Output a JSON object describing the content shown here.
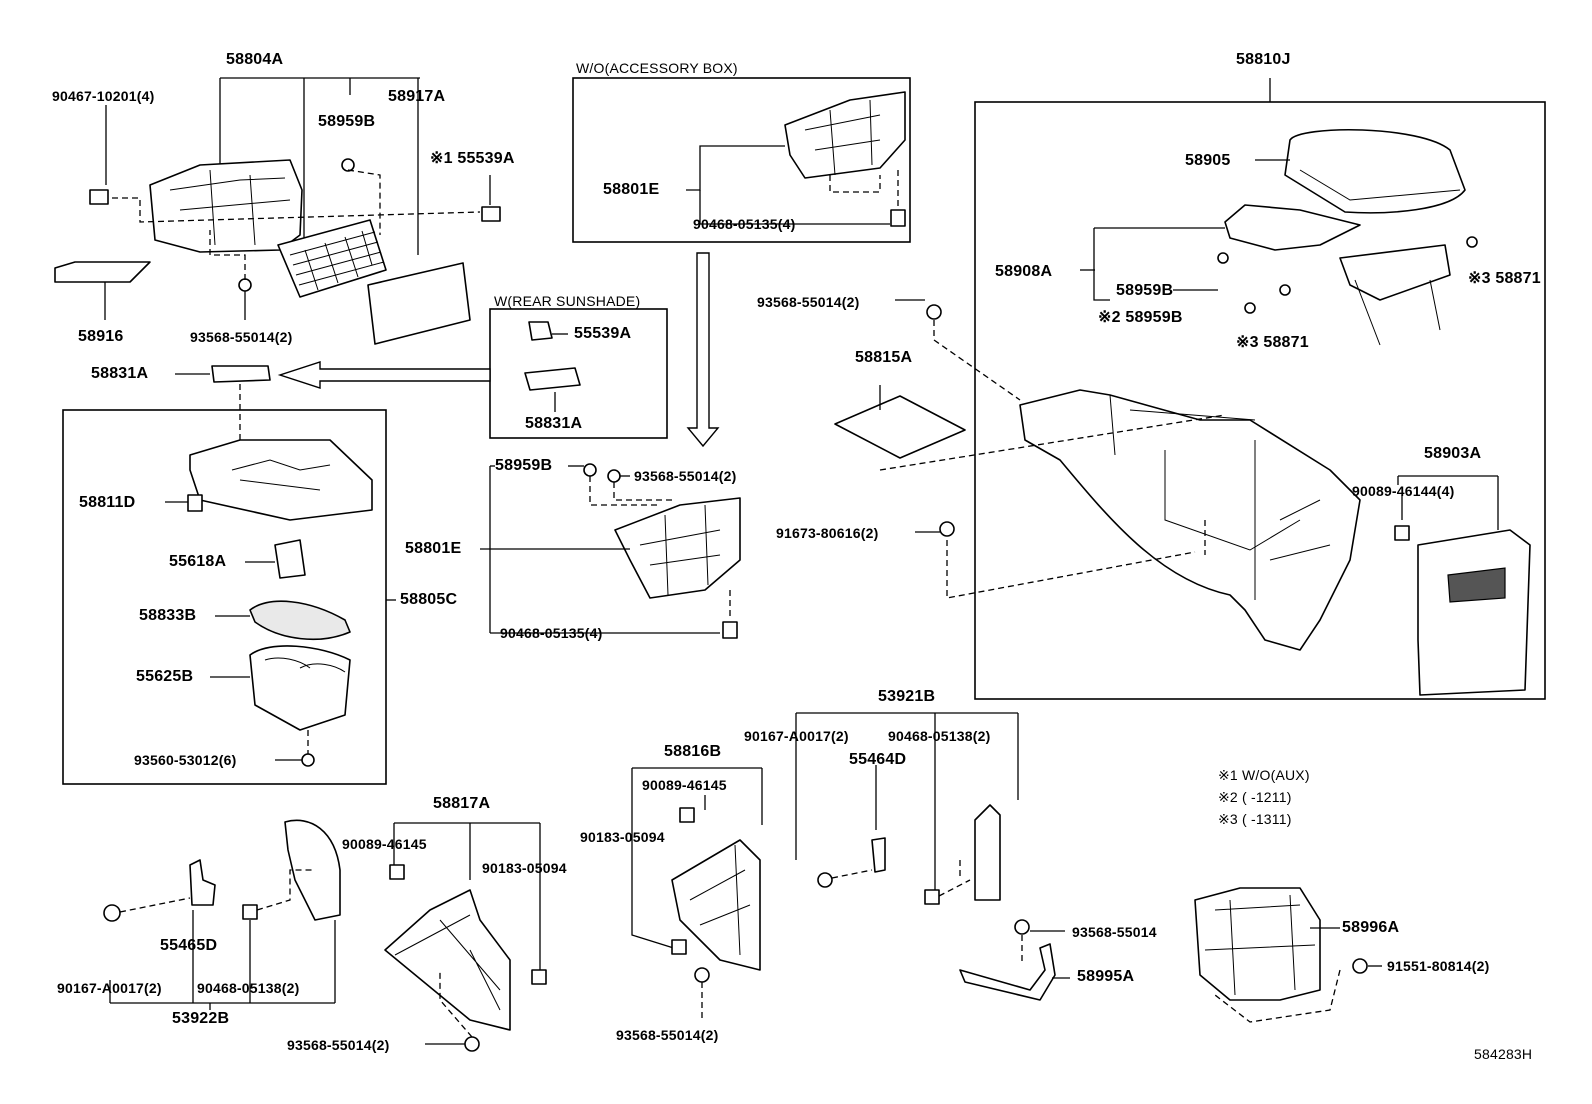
{
  "labels": {
    "p58804A": "58804A",
    "p90467": "90467-10201(4)",
    "p58917A": "58917A",
    "p58959B_tl": "58959B",
    "p55539A_tl": "※1 55539A",
    "p58916": "58916",
    "p93568_tl": "93568-55014(2)",
    "p58831A_l": "58831A",
    "p58811D": "58811D",
    "p55618A": "55618A",
    "p58833B": "58833B",
    "p55625B": "55625B",
    "p93560": "93560-53012(6)",
    "p58805C": "58805C",
    "hdr_wo_acc": "W/O(ACCESSORY BOX)",
    "p58801E_top": "58801E",
    "p90468_top": "90468-05135(4)",
    "hdr_w_sun": "W(REAR SUNSHADE)",
    "p55539A_sun": "55539A",
    "p58831A_sun": "58831A",
    "p58959B_mid": "58959B",
    "p93568_mid": "93568-55014(2)",
    "p58801E_mid": "58801E",
    "p90468_mid": "90468-05135(4)",
    "p58810J": "58810J",
    "p58905": "58905",
    "p58908A": "58908A",
    "p58959B_r1": "58959B",
    "p58959B_r2": "※2 58959B",
    "p58871_r1": "※3 58871",
    "p58871_r2": "※3 58871",
    "p93568_r": "93568-55014(2)",
    "p58815A": "58815A",
    "p91673": "91673-80616(2)",
    "p58903A": "58903A",
    "p90089_r": "90089-46144(4)",
    "p53921B": "53921B",
    "p90167_r": "90167-A0017(2)",
    "p90468_r": "90468-05138(2)",
    "p55464D": "55464D",
    "p58816B": "58816B",
    "p90089_m": "90089-46145",
    "p90183_m": "90183-05094",
    "p93568_bm": "93568-55014(2)",
    "p58817A": "58817A",
    "p90089_l": "90089-46145",
    "p90183_l": "90183-05094",
    "p93568_bl": "93568-55014(2)",
    "p55465D": "55465D",
    "p90167_l": "90167-A0017(2)",
    "p90468_l": "90468-05138(2)",
    "p53922B": "53922B",
    "p93568_br": "93568-55014",
    "p58995A": "58995A",
    "p58996A": "58996A",
    "p91551": "91551-80814(2)",
    "note1": "※1 W/O(AUX)",
    "note2": "※2 (        -1211)",
    "note3": "※3 (        -1311)",
    "diagram_id": "584283H"
  }
}
